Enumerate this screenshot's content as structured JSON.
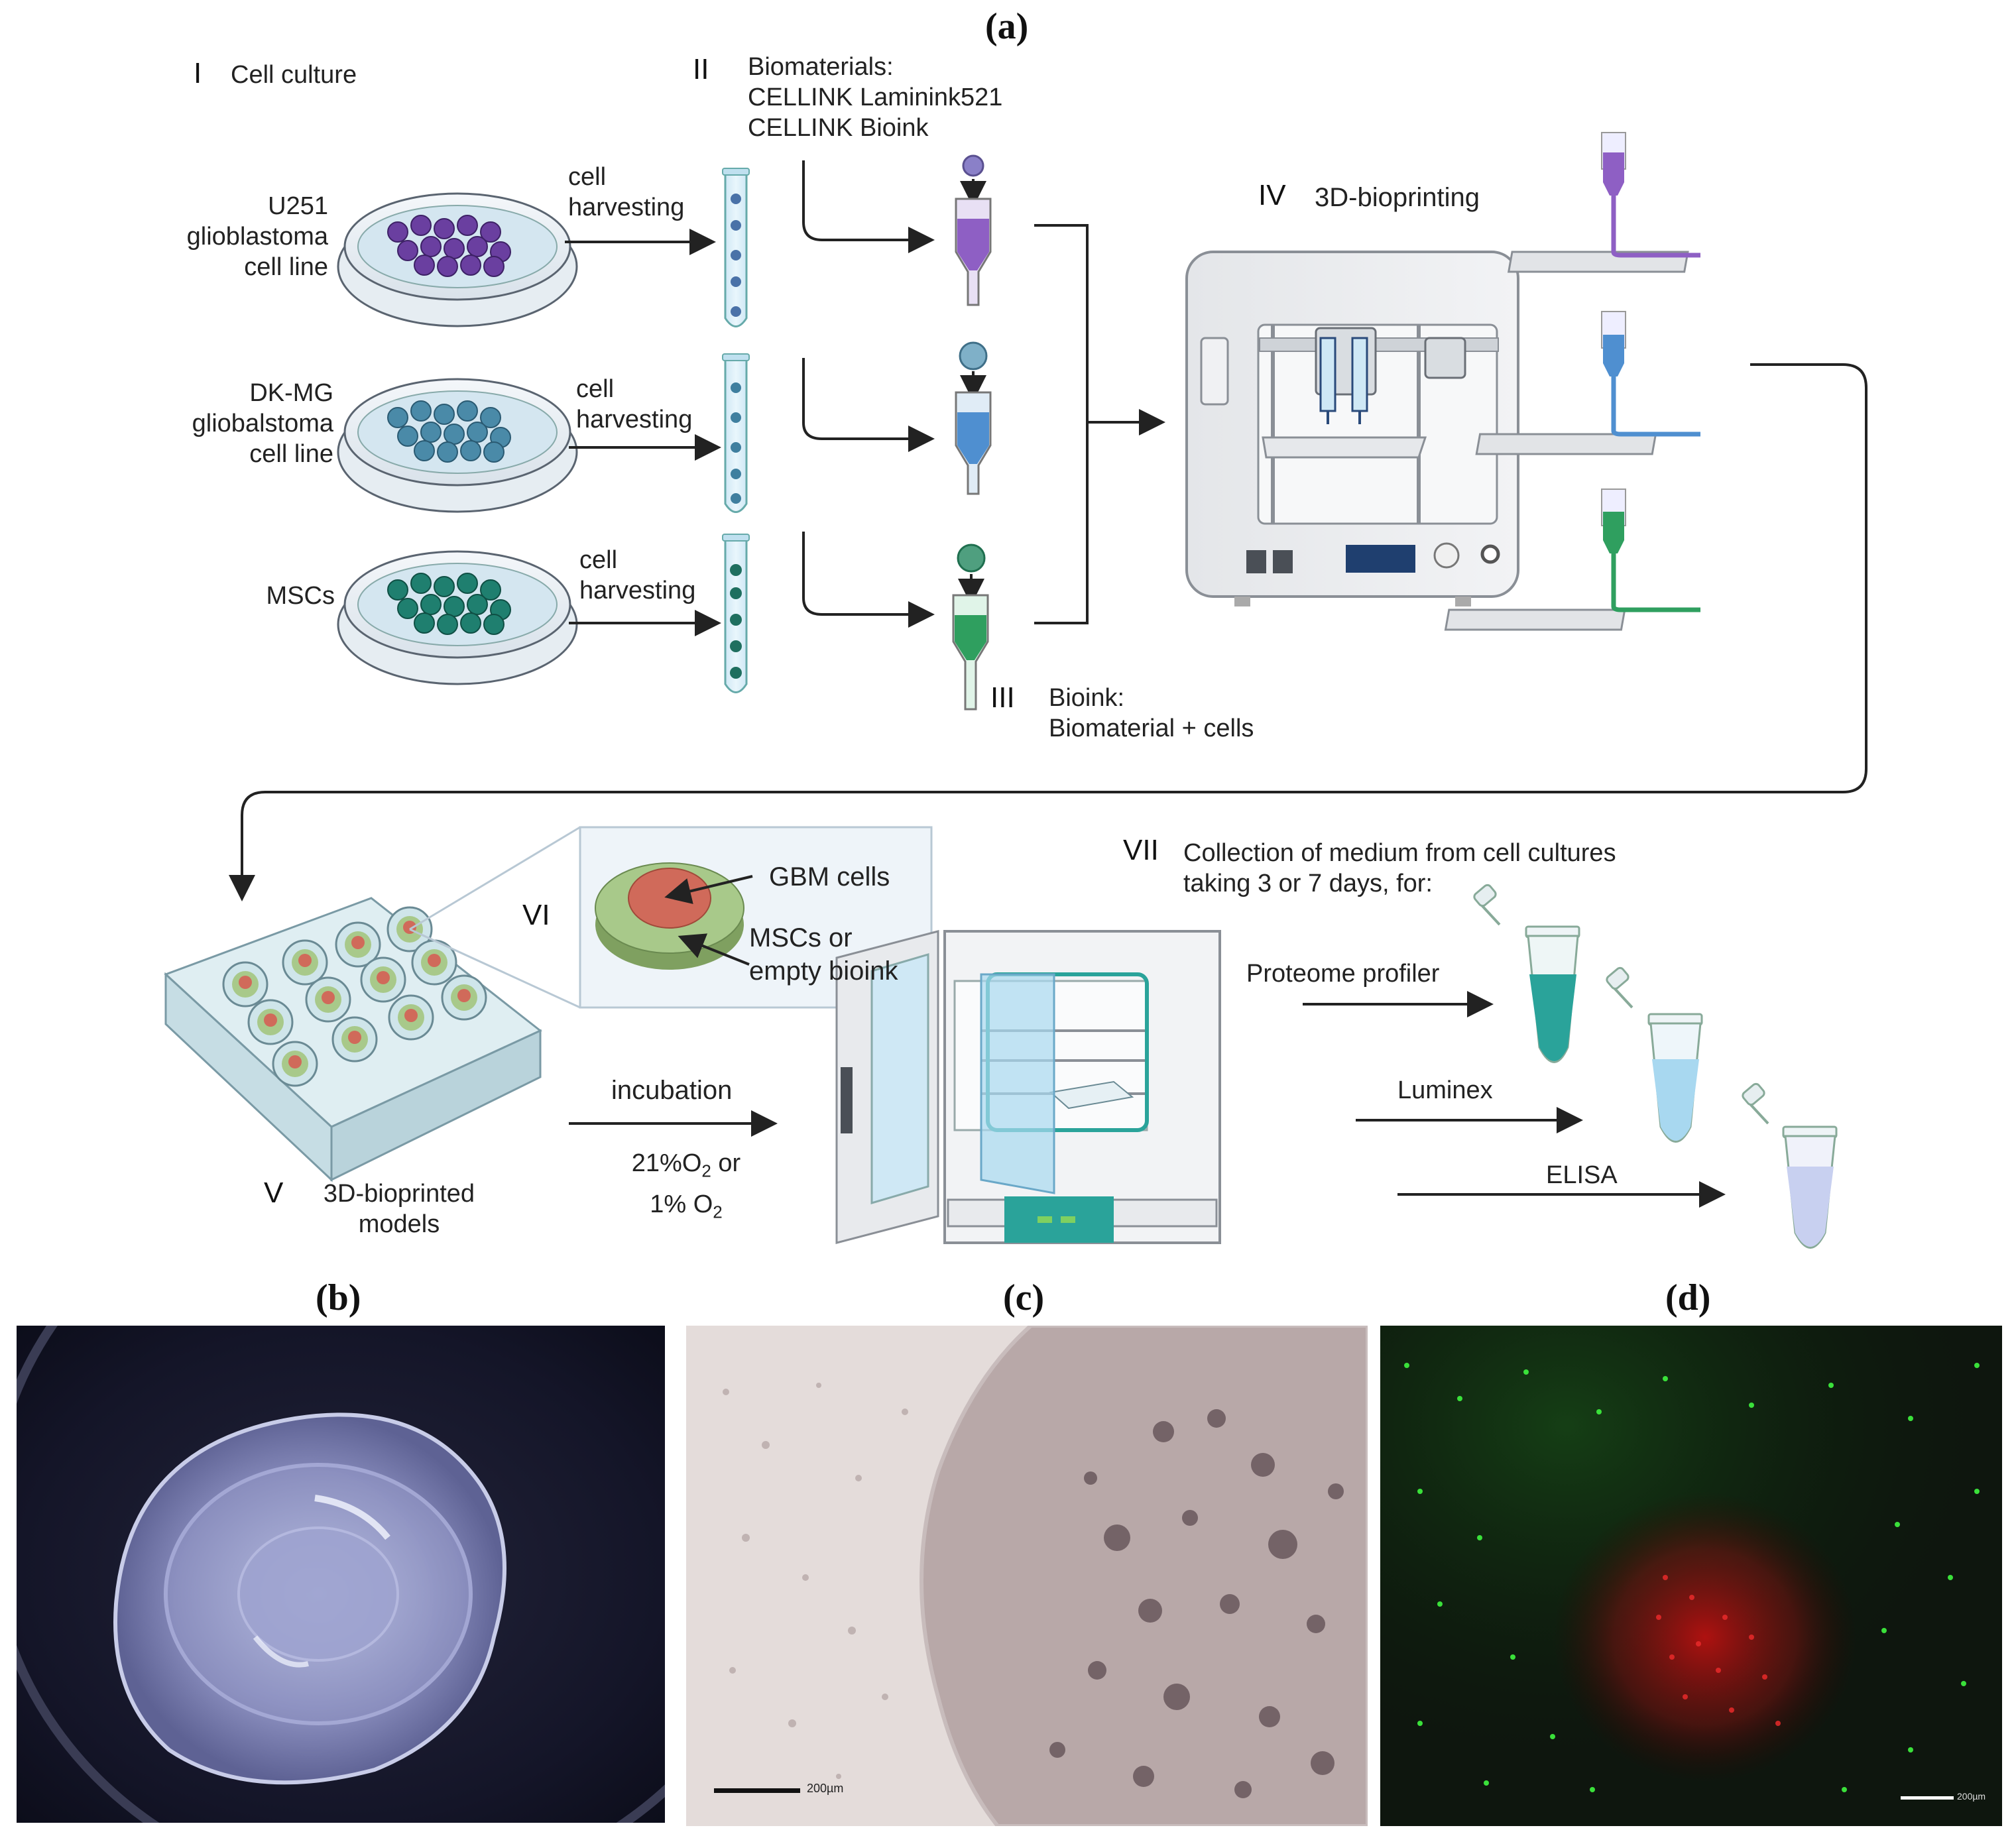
{
  "panels": {
    "a": "(a)",
    "b": "(b)",
    "c": "(c)",
    "d": "(d)"
  },
  "steps": {
    "I": {
      "numeral": "I",
      "label": "Cell culture"
    },
    "II": {
      "numeral": "II",
      "label_lines": [
        "Biomaterials:",
        "CELLINK Laminink521",
        "CELLINK Bioink"
      ]
    },
    "III": {
      "numeral": "III",
      "label_lines": [
        "Bioink:",
        "Biomaterial + cells"
      ]
    },
    "IV": {
      "numeral": "IV",
      "label": "3D-bioprinting"
    },
    "V": {
      "numeral": "V",
      "label_lines": [
        "3D-bioprinted",
        "models"
      ]
    },
    "VI": {
      "numeral": "VI",
      "gbm": "GBM cells",
      "msc_lines": [
        "MSCs or",
        "empty bioink"
      ]
    },
    "VII": {
      "numeral": "VII",
      "label_lines": [
        "Collection of medium from cell cultures",
        "taking 3 or 7 days, for:"
      ]
    }
  },
  "cell_lines": [
    {
      "lines": [
        "U251",
        "glioblastoma",
        "cell line"
      ],
      "color": "#6a3fa0"
    },
    {
      "lines": [
        "DK-MG",
        "gliobalstoma",
        "cell line"
      ],
      "color": "#3f7f9f"
    },
    {
      "lines": [
        "MSCs"
      ],
      "color": "#1f7f6f"
    }
  ],
  "harvest_label_lines": [
    "cell",
    "harvesting"
  ],
  "incubation": {
    "label": "incubation",
    "cond1": "21%O",
    "cond1_sub": "2",
    "cond1_tail": " or",
    "cond2": "1% O",
    "cond2_sub": "2"
  },
  "assays": [
    "Proteome profiler",
    "Luminex",
    "ELISA"
  ],
  "scale_bars": {
    "c": "200µm",
    "d": "200µm"
  },
  "colors": {
    "purple": "#8e5fc4",
    "blue": "#4f8fd0",
    "green": "#2f9f5f",
    "teal": "#2aa39a",
    "arrow": "#222222"
  }
}
